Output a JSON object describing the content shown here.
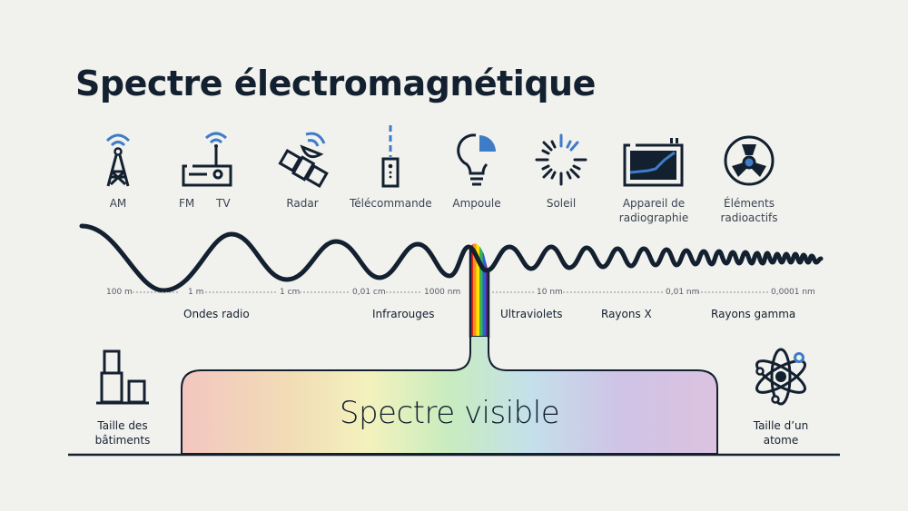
{
  "title": "Spectre électromagnétique",
  "sources": [
    {
      "icon": "radio-tower-icon",
      "label": "AM"
    },
    {
      "icon": "tv-receiver-icon",
      "labels": [
        "FM",
        "TV"
      ]
    },
    {
      "icon": "satellite-radar-icon",
      "label": "Radar"
    },
    {
      "icon": "remote-control-icon",
      "label": "Télécommande"
    },
    {
      "icon": "light-bulb-icon",
      "label": "Ampoule"
    },
    {
      "icon": "sun-icon",
      "label": "Soleil"
    },
    {
      "icon": "x-ray-machine-icon",
      "label": [
        "Appareil de",
        "radiographie"
      ]
    },
    {
      "icon": "radioactive-icon",
      "label": [
        "Éléments",
        "radioactifs"
      ]
    }
  ],
  "scale": [
    "100 m",
    "1 m",
    "1 cm",
    "0,01 cm",
    "1000 nm",
    "10 nm",
    "0,01 nm",
    "0,0001 nm"
  ],
  "bands": [
    "Ondes radio",
    "Infrarouges",
    "Ultraviolets",
    "Rayons X",
    "Rayons gamma"
  ],
  "visible": {
    "label": "Spectre visible",
    "colors": [
      "#f3c6c0",
      "#f2dcb6",
      "#f3f2bd",
      "#c8ecbf",
      "#c4e0ea",
      "#cfc3e6",
      "#dcc2e0"
    ]
  },
  "size_refs": [
    {
      "icon": "buildings-icon",
      "label": [
        "Taille des",
        "bâtiments"
      ]
    },
    {
      "icon": "atom-icon",
      "label": [
        "Taille d’un",
        "atome"
      ]
    }
  ],
  "colors": {
    "ink": "#13202f",
    "accent": "#3f7cc7",
    "background": "#f1f1ee"
  }
}
